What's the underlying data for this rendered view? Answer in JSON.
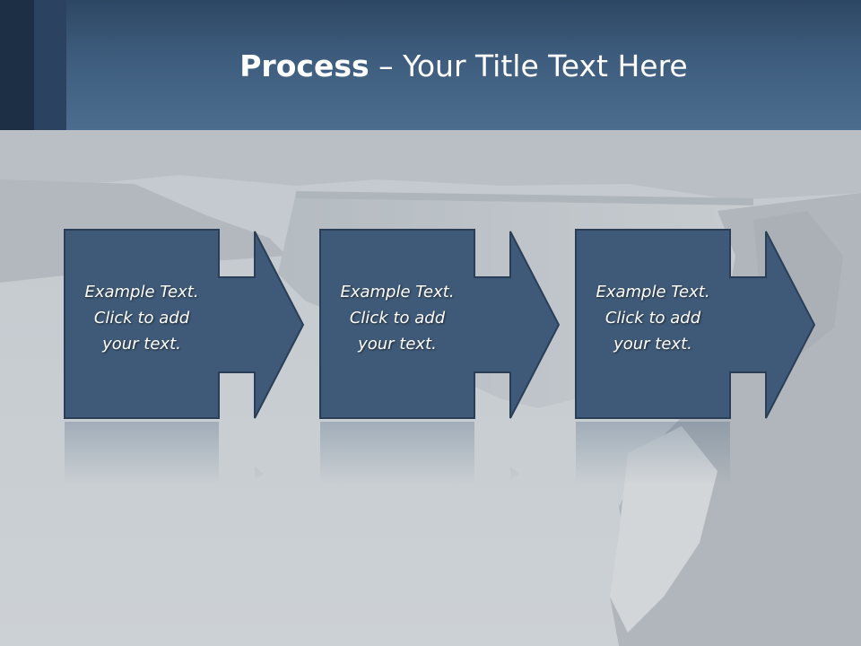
{
  "slide": {
    "title_bold": "Process",
    "title_rest": " – Your Title Text Here"
  },
  "steps": [
    {
      "text": "Example Text.\nClick  to add\nyour text."
    },
    {
      "text": "Example Text.\nClick  to add\nyour text."
    },
    {
      "text": "Example Text.\nClick  to add\nyour text."
    }
  ],
  "colors": {
    "header": "#3e5d7e",
    "box_fill": "#3f5a78",
    "box_border": "#2a3f57",
    "background": "#c9ced2"
  },
  "icons": [
    "right-arrow-icon"
  ]
}
